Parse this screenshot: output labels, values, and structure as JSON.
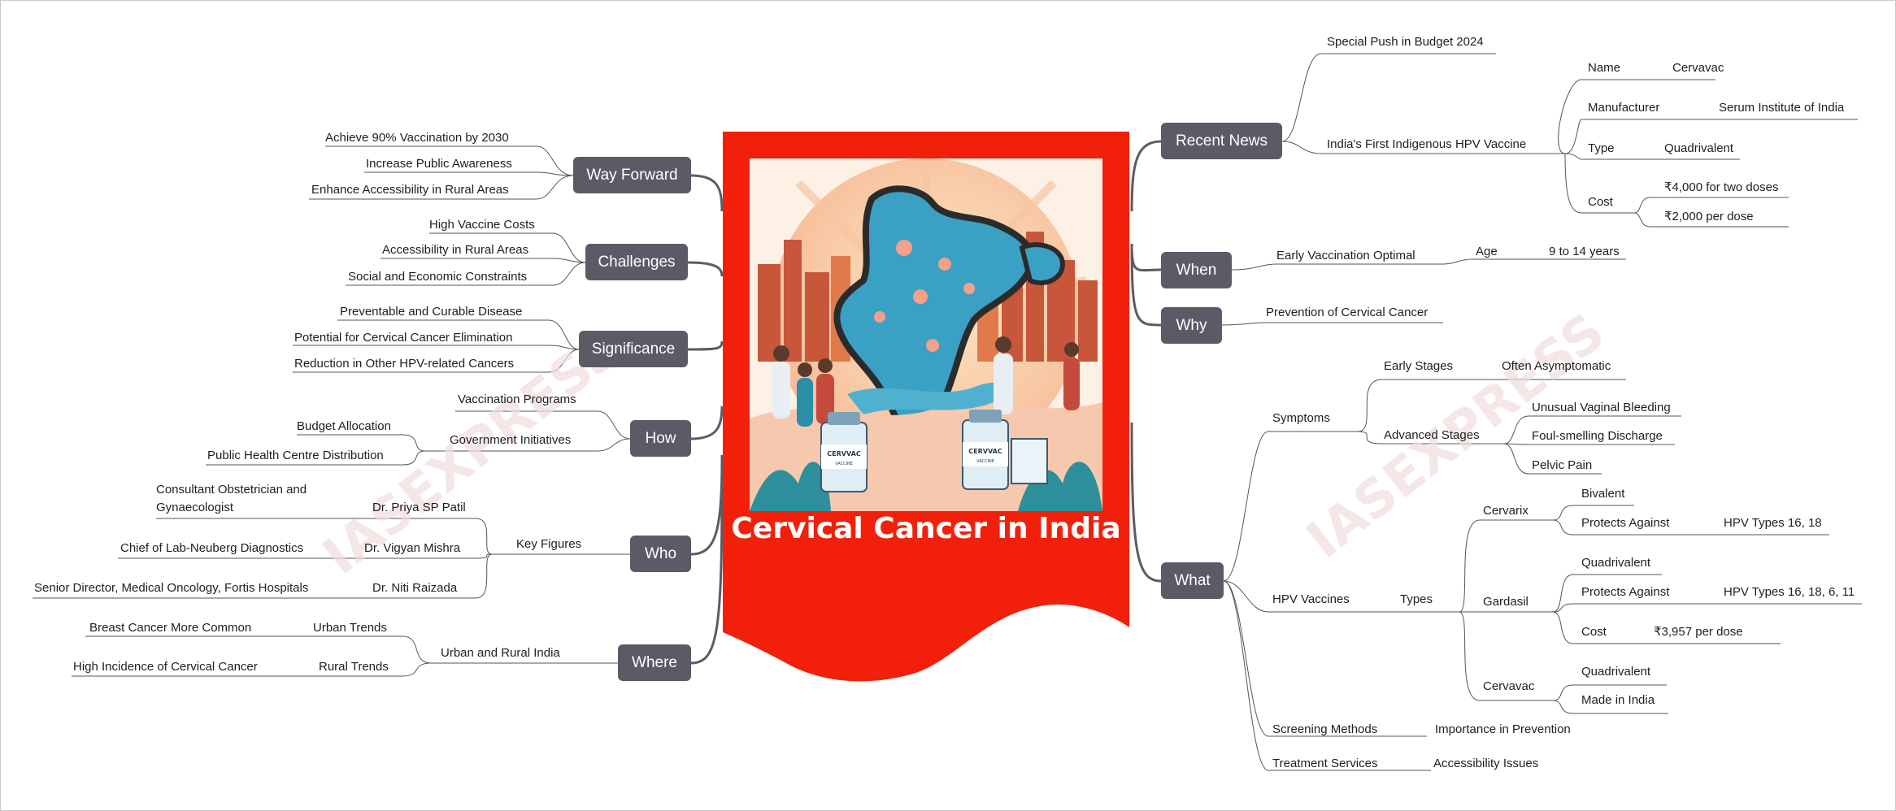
{
  "center": {
    "title": "Cervical Cancer in India",
    "watermark": "IASEXPRESS",
    "illustration": {
      "vial_label_1": "CERVVAC",
      "vial_label_2": "CERVVAC",
      "vial_sub": "VACCINE"
    }
  },
  "colors": {
    "banner": "#f2200b",
    "branch_box": "#5b5b66",
    "connector": "#5b5b66",
    "underline": "#555555"
  },
  "right": {
    "recent_news": {
      "label": "Recent News",
      "budget": "Special Push in Budget 2024",
      "hpv_vaccine": {
        "label": "India's First Indigenous HPV Vaccine",
        "name_label": "Name",
        "name_value": "Cervavac",
        "manufacturer_label": "Manufacturer",
        "manufacturer_value": "Serum Institute of India",
        "type_label": "Type",
        "type_value": "Quadrivalent",
        "cost_label": "Cost",
        "cost_value_1": "₹4,000 for two doses",
        "cost_value_2": "₹2,000 per dose"
      }
    },
    "when": {
      "label": "When",
      "early": "Early Vaccination Optimal",
      "age_label": "Age",
      "age_value": "9 to 14 years"
    },
    "why": {
      "label": "Why",
      "prevention": "Prevention of Cervical Cancer"
    },
    "what": {
      "label": "What",
      "symptoms": {
        "label": "Symptoms",
        "early_stages": "Early Stages",
        "early_value": "Often Asymptomatic",
        "advanced_stages": "Advanced Stages",
        "advanced_items": [
          "Unusual Vaginal Bleeding",
          "Foul-smelling Discharge",
          "Pelvic Pain"
        ]
      },
      "hpv_vaccines": {
        "label": "HPV Vaccines",
        "types": "Types",
        "cervarix": {
          "label": "Cervarix",
          "valency": "Bivalent",
          "protects_label": "Protects Against",
          "protects_value": "HPV Types 16, 18"
        },
        "gardasil": {
          "label": "Gardasil",
          "valency": "Quadrivalent",
          "protects_label": "Protects Against",
          "protects_value": "HPV Types 16, 18, 6, 11",
          "cost_label": "Cost",
          "cost_value": "₹3,957 per dose"
        },
        "cervavac": {
          "label": "Cervavac",
          "valency": "Quadrivalent",
          "made": "Made in India"
        }
      },
      "screening": {
        "label": "Screening Methods",
        "value": "Importance in Prevention"
      },
      "treatment": {
        "label": "Treatment Services",
        "value": "Accessibility Issues"
      }
    }
  },
  "left": {
    "way_forward": {
      "label": "Way Forward",
      "items": [
        "Achieve 90% Vaccination by 2030",
        "Increase Public Awareness",
        "Enhance Accessibility in Rural Areas"
      ]
    },
    "challenges": {
      "label": "Challenges",
      "items": [
        "High Vaccine Costs",
        "Accessibility in Rural Areas",
        "Social and Economic Constraints"
      ]
    },
    "significance": {
      "label": "Significance",
      "items": [
        "Preventable and Curable Disease",
        "Potential for Cervical Cancer Elimination",
        "Reduction in Other HPV-related Cancers"
      ]
    },
    "how": {
      "label": "How",
      "vaccination": "Vaccination Programs",
      "government": "Government Initiatives",
      "gov_items": [
        "Budget Allocation",
        "Public Health Centre Distribution"
      ]
    },
    "who": {
      "label": "Who",
      "key_figures": "Key Figures",
      "people": [
        {
          "name": "Dr. Priya SP Patil",
          "role": "Consultant Obstetrician and Gynaecologist"
        },
        {
          "name": "Dr. Vigyan Mishra",
          "role": "Chief of Lab-Neuberg Diagnostics"
        },
        {
          "name": "Dr. Niti Raizada",
          "role": "Senior Director, Medical Oncology, Fortis Hospitals"
        }
      ]
    },
    "where": {
      "label": "Where",
      "urban_rural": "Urban and Rural India",
      "urban_label": "Urban Trends",
      "urban_value": "Breast Cancer More Common",
      "rural_label": "Rural Trends",
      "rural_value": "High Incidence of Cervical Cancer"
    }
  }
}
